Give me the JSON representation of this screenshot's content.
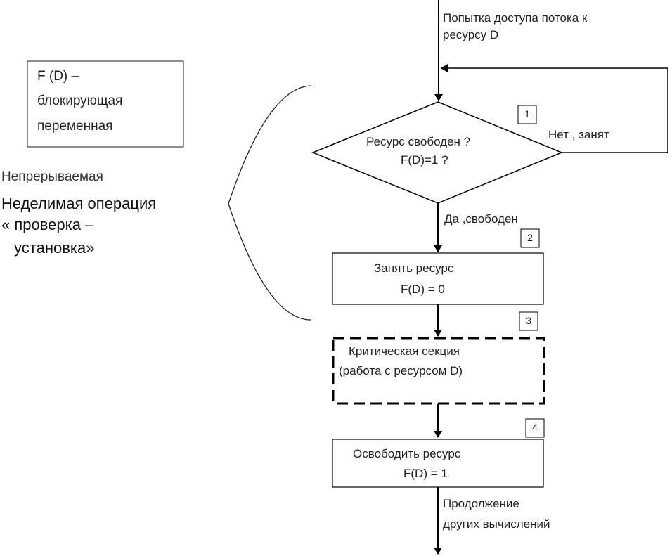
{
  "entry": {
    "line1": "Попытка доступа потока к",
    "line2": "ресурсу   D"
  },
  "legend_box": {
    "line1": "F (D) –",
    "line2": "блокирующая",
    "line3": "переменная"
  },
  "side_note": {
    "line1": "Непрерываемая",
    "line2": "Неделимая операция",
    "line3": "« проверка –",
    "line4": "установка»"
  },
  "decision": {
    "number": "1",
    "line1": "Ресурс свободен    ?",
    "line2": "F(D)=1 ?",
    "no_label": "Нет  ,  занят",
    "yes_label": "Да ,свободен"
  },
  "step2": {
    "number": "2",
    "line1": "Занять ресурс",
    "line2": "F(D)  =  0"
  },
  "step3": {
    "number": "3",
    "line1": "Критическая секция",
    "line2": "(работа с ресурсом         D)"
  },
  "step4": {
    "number": "4",
    "line1": "Освободить ресурс",
    "line2": "F(D)  =  1"
  },
  "exit": {
    "line1": "Продолжение",
    "line2": "других вычислений"
  }
}
